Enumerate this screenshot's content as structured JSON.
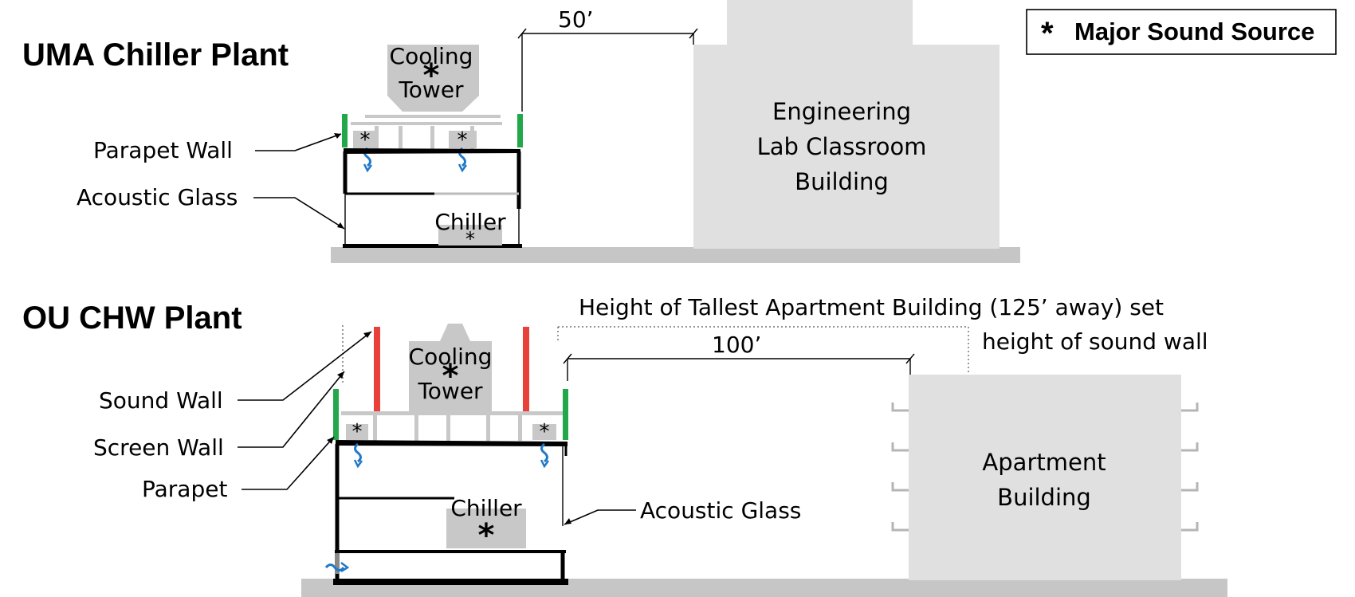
{
  "legend": {
    "symbol": "*",
    "text": "Major Sound Source"
  },
  "top_section": {
    "title": "UMA Chiller Plant",
    "labels": {
      "parapet_wall": "Parapet Wall",
      "acoustic_glass": "Acoustic Glass"
    },
    "equipment": {
      "cooling_tower_line1": "Cooling",
      "cooling_tower_line2": "Tower",
      "chiller": "Chiller"
    },
    "dimension": "50’",
    "building": {
      "line1": "Engineering",
      "line2": "Lab Classroom",
      "line3": "Building"
    }
  },
  "bottom_section": {
    "title": "OU CHW Plant",
    "labels": {
      "sound_wall": "Sound Wall",
      "screen_wall": "Screen Wall",
      "parapet": "Parapet",
      "acoustic_glass": "Acoustic Glass"
    },
    "equipment": {
      "cooling_tower_line1": "Cooling",
      "cooling_tower_line2": "Tower",
      "chiller": "Chiller"
    },
    "note_line1": "Height of Tallest Apartment Building (125’ away) set",
    "note_line2": "height of sound wall",
    "dimension": "100’",
    "building": {
      "line1": "Apartment",
      "line2": "Building"
    }
  },
  "colors": {
    "parapet_green": "#22a84a",
    "sound_wall_red": "#e8413a",
    "sound_wave_blue": "#1f78c8",
    "equipment_gray": "#c8c8c8",
    "building_gray": "#e0e0e0",
    "ground_gray": "#c6c6c6"
  }
}
